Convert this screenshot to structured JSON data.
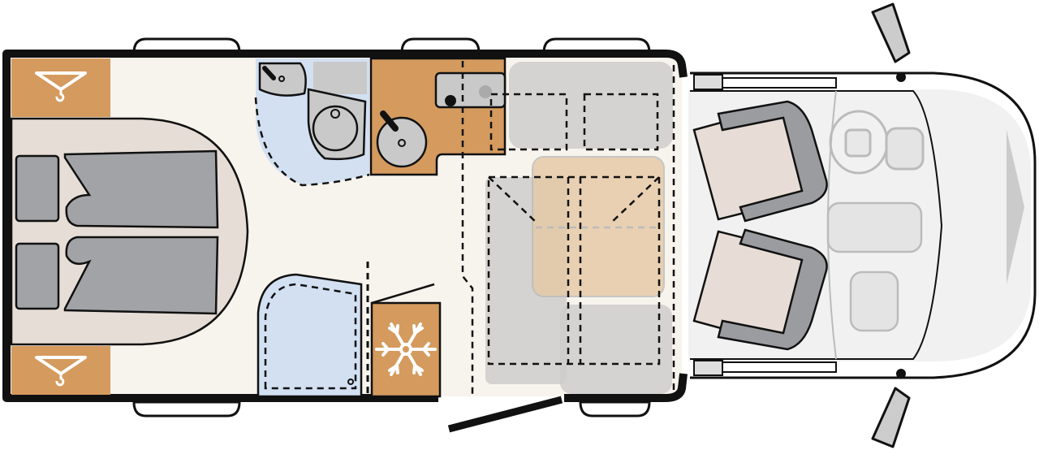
{
  "diagram": {
    "title": "Motorhome floor plan (top view)",
    "orientation": "rear-left, cab-right",
    "zones": [
      {
        "id": "rear-bedroom",
        "label": "Rear double bed with two pillows"
      },
      {
        "id": "wardrobe-top",
        "label": "Wardrobe (hanger icon)"
      },
      {
        "id": "wardrobe-bottom",
        "label": "Wardrobe (hanger icon)"
      },
      {
        "id": "washroom",
        "label": "Washroom with basin and toilet"
      },
      {
        "id": "kitchen",
        "label": "Kitchen with sink and hob"
      },
      {
        "id": "shower",
        "label": "Shower cubicle"
      },
      {
        "id": "fridge",
        "label": "Fridge (snowflake icon)"
      },
      {
        "id": "dinette",
        "label": "Dinette / convertible bed"
      },
      {
        "id": "entry-door",
        "label": "Entry door"
      },
      {
        "id": "cab",
        "label": "Cab with swivel seats"
      }
    ],
    "icons": [
      "hanger-icon",
      "snowflake-icon",
      "steering-wheel-icon",
      "mirror-icon"
    ],
    "colors": {
      "wall": "#111111",
      "floor": "#f7f3ed",
      "wood": "#d49a5e",
      "bed_mat": "#e6ddd6",
      "bedding": "#a1a3a7",
      "washroom": "#d2e0f2",
      "fixture": "#c9c9c9",
      "seat_cushion": "#e7ddd6",
      "seat_frame": "#9b9ca0",
      "dinette_table": "#e6c8a4",
      "dinette_bench": "#cfcccb",
      "cab": "#eeeeee",
      "window": "#ffffff"
    }
  }
}
